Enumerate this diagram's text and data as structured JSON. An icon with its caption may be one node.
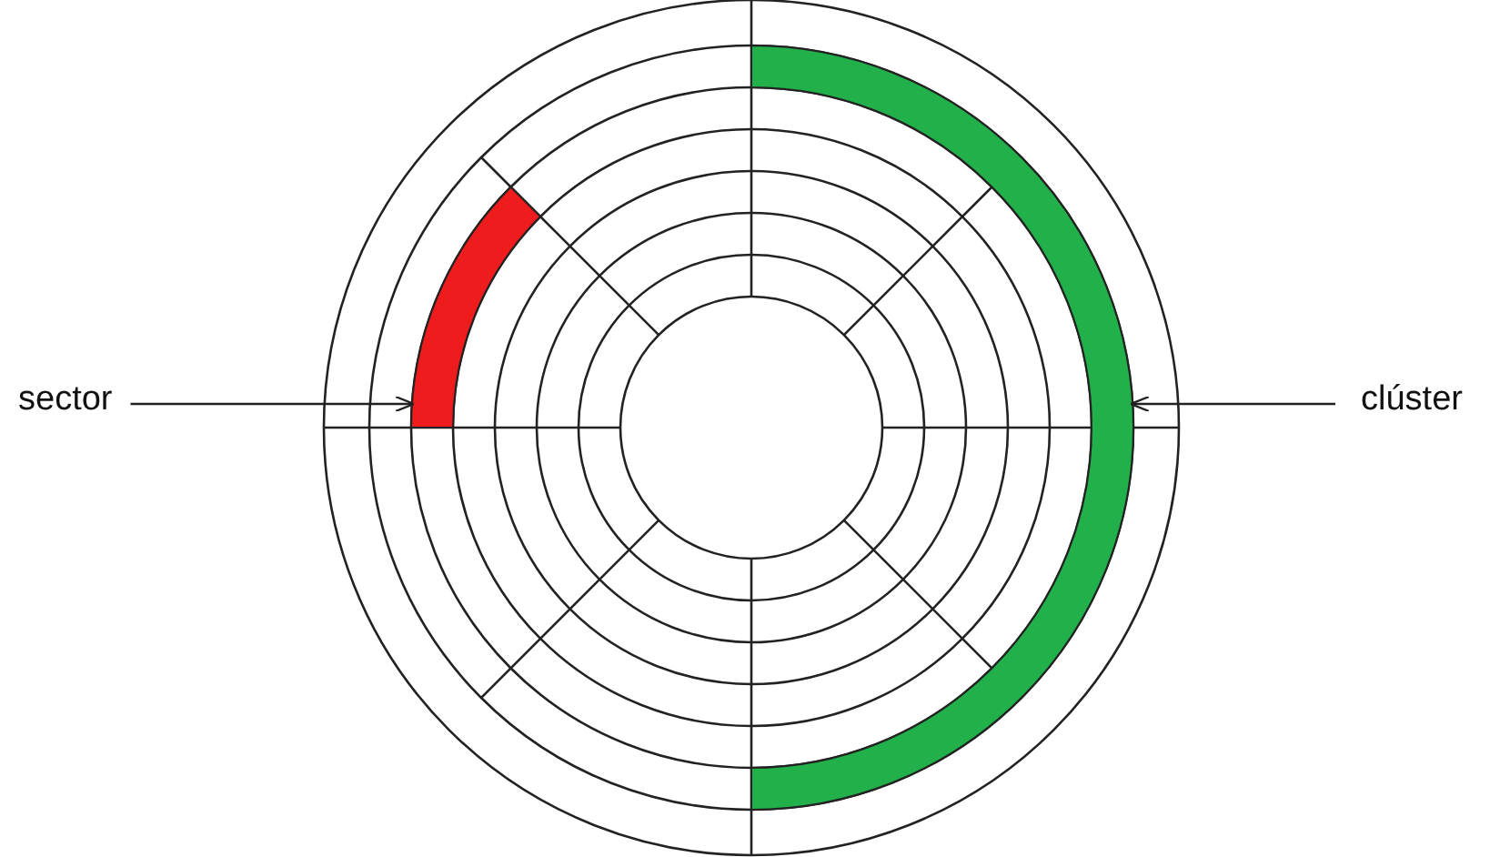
{
  "diagram": {
    "nodes": [
      {
        "text": [
          "sector"
        ]
      },
      {
        "text": [],
        "shape": "bar"
      },
      {
        "text": [
          "clúster"
        ]
      },
      {
        "text": [],
        "shape": "bar"
      }
    ],
    "edges": [
      {
        "from": 0,
        "to": 1,
        "arrow": "to"
      },
      {
        "from": 2,
        "to": 3,
        "arrow": "to"
      }
    ]
  }
}
